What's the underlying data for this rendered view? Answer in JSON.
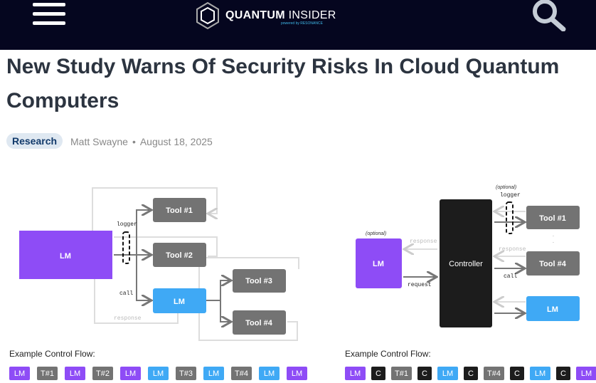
{
  "header": {
    "brand_bold": "QUANTUM",
    "brand_light": "INSIDER",
    "powered_by": "powered by RESONANCE",
    "menu_icon": "hamburger-icon",
    "search_icon": "search-icon"
  },
  "article": {
    "title": "New Study Warns Of Security Risks In Cloud Quantum Computers",
    "category": "Research",
    "author": "Matt Swayne",
    "date": "August 18, 2025"
  },
  "diagram_left": {
    "lm": "LM",
    "tool1": "Tool #1",
    "tool2": "Tool #2",
    "tool3": "Tool #3",
    "tool4": "Tool #4",
    "lm2": "LM",
    "logger": "logger",
    "call": "call",
    "response": "response",
    "flow_label": "Example Control Flow:",
    "flow": [
      {
        "t": "LM",
        "k": "lm"
      },
      {
        "t": "T#1",
        "k": "t"
      },
      {
        "t": "LM",
        "k": "lm"
      },
      {
        "t": "T#2",
        "k": "t"
      },
      {
        "t": "LM",
        "k": "lm"
      },
      {
        "t": "LM",
        "k": "lmb"
      },
      {
        "t": "T#3",
        "k": "t"
      },
      {
        "t": "LM",
        "k": "lmb"
      },
      {
        "t": "T#4",
        "k": "t"
      },
      {
        "t": "LM",
        "k": "lmb"
      },
      {
        "t": "LM",
        "k": "lm"
      }
    ]
  },
  "diagram_right": {
    "lm": "LM",
    "optional1": "(optional)",
    "optional2": "(optional)",
    "controller": "Controller",
    "tool1": "Tool #1",
    "tool4": "Tool #4",
    "lm2": "LM",
    "logger": "logger",
    "response1": "response",
    "response2": "response",
    "request": "request",
    "call": "call",
    "flow_label": "Example Control Flow:",
    "flow": [
      {
        "t": "LM",
        "k": "lm"
      },
      {
        "t": "C",
        "k": "c"
      },
      {
        "t": "T#1",
        "k": "t"
      },
      {
        "t": "C",
        "k": "c"
      },
      {
        "t": "LM",
        "k": "lmb"
      },
      {
        "t": "C",
        "k": "c"
      },
      {
        "t": "T#4",
        "k": "t"
      },
      {
        "t": "C",
        "k": "c"
      },
      {
        "t": "LM",
        "k": "lmb"
      },
      {
        "t": "C",
        "k": "c"
      },
      {
        "t": "LM",
        "k": "lm"
      }
    ]
  },
  "colors": {
    "purple": "#8e4cf6",
    "blue": "#3fa9f5",
    "tool": "#737373",
    "controller": "#1c1c1c",
    "header": "#05061f"
  }
}
